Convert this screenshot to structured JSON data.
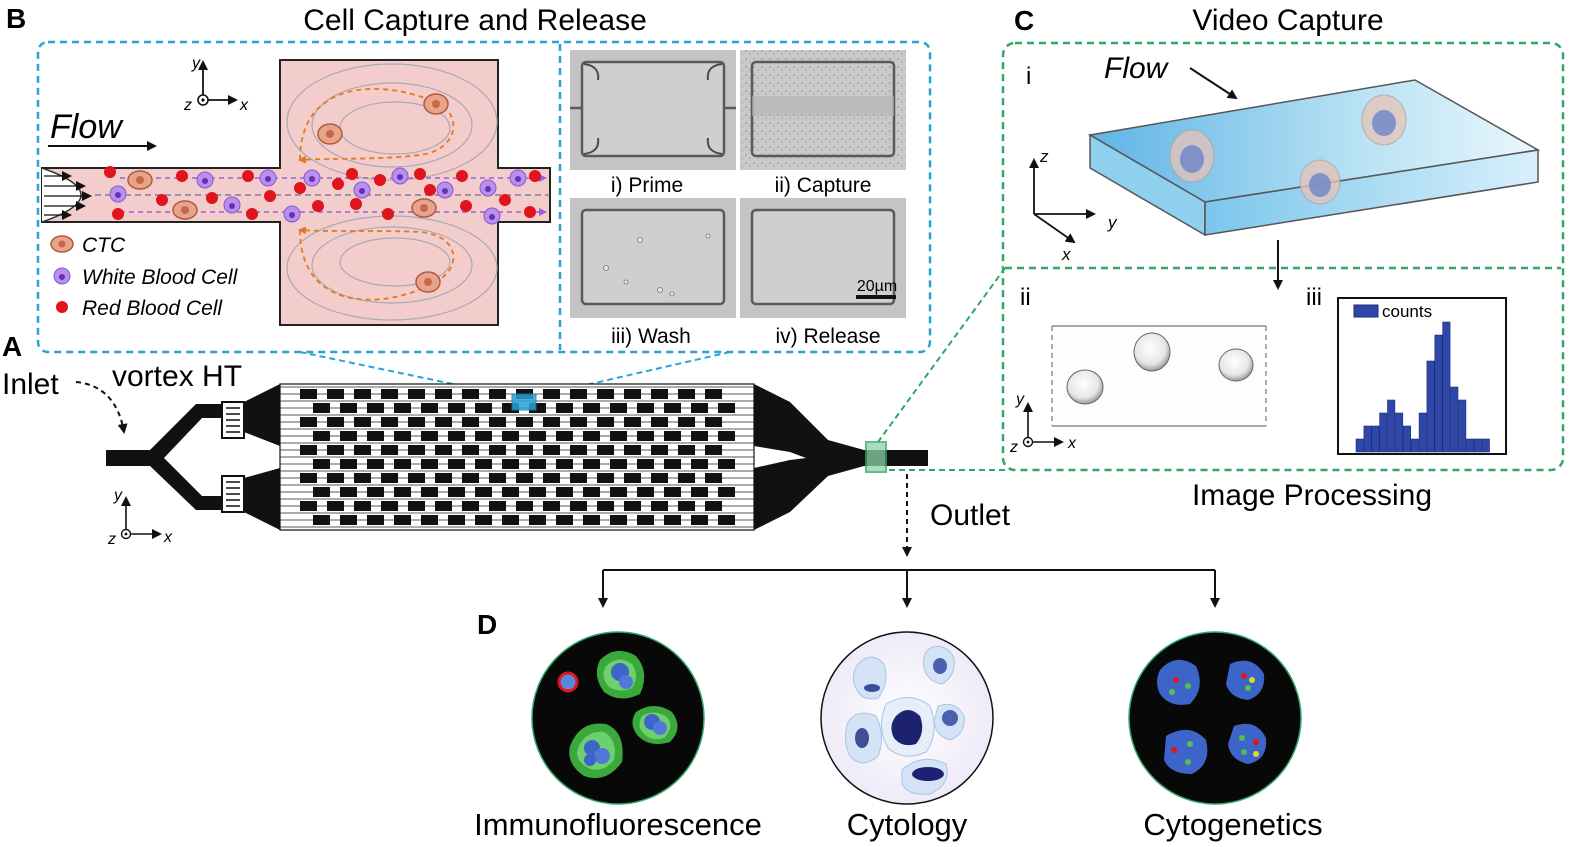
{
  "panels": {
    "A": {
      "letter": "A",
      "inlet": "Inlet",
      "device_name": "vortex HT",
      "outlet": "Outlet",
      "axes": {
        "y": "y",
        "x": "x",
        "z": "z"
      }
    },
    "B": {
      "letter": "B",
      "title": "Cell Capture and Release",
      "flow": "Flow",
      "axes": {
        "y": "y",
        "x": "x",
        "z": "z"
      },
      "legend": [
        "CTC",
        "White Blood Cell",
        "Red Blood Cell"
      ],
      "steps": [
        "i) Prime",
        "ii) Capture",
        "iii) Wash",
        "iv) Release"
      ],
      "scale_bar": "20µm"
    },
    "C": {
      "letter": "C",
      "title": "Video Capture",
      "sub_i": "i",
      "sub_ii": "ii",
      "sub_iii": "iii",
      "flow": "Flow",
      "axes": {
        "z": "z",
        "y": "y",
        "x": "x"
      },
      "axes2": {
        "y": "y",
        "x": "x",
        "z": "z"
      },
      "histogram_legend": "counts",
      "histogram_counts": [
        1,
        2,
        2,
        3,
        4,
        3,
        2,
        1,
        3,
        7,
        9,
        10,
        5,
        4,
        1,
        1,
        1
      ],
      "image_processing": "Image Processing"
    },
    "D": {
      "letter": "D",
      "methods": [
        "Immunofluorescence",
        "Cytology",
        "Cytogenetics"
      ]
    }
  },
  "colors": {
    "panel_b_border": "#29a3d6",
    "panel_c_border": "#2fa865",
    "chamber_fill": "#f2cdcb",
    "ctc": "#e8a48a",
    "wbc": "#a86ee0",
    "rbc": "#e0141c",
    "histogram_bar": "#2f47a8",
    "fluorescence_green": "#2f9a2f",
    "nucleus_blue": "#3d64c8"
  }
}
